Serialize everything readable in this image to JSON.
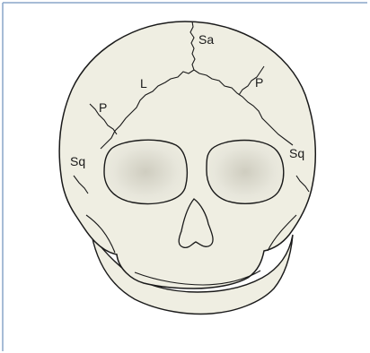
{
  "figure": {
    "labels": {
      "sagittal": "Sa",
      "lambdoid": "L",
      "parietal_left": "P",
      "parietal_right": "P",
      "squamous_left": "Sq",
      "squamous_right": "Sq"
    },
    "colors": {
      "frame_border": "#8aa6c9",
      "bone_fill": "#efeee2",
      "bone_shadow": "#dcdac8",
      "outline": "#1a1a1a",
      "orbit_fill": "#e9e8dd",
      "orbit_shadow": "#cfcdc0"
    }
  }
}
